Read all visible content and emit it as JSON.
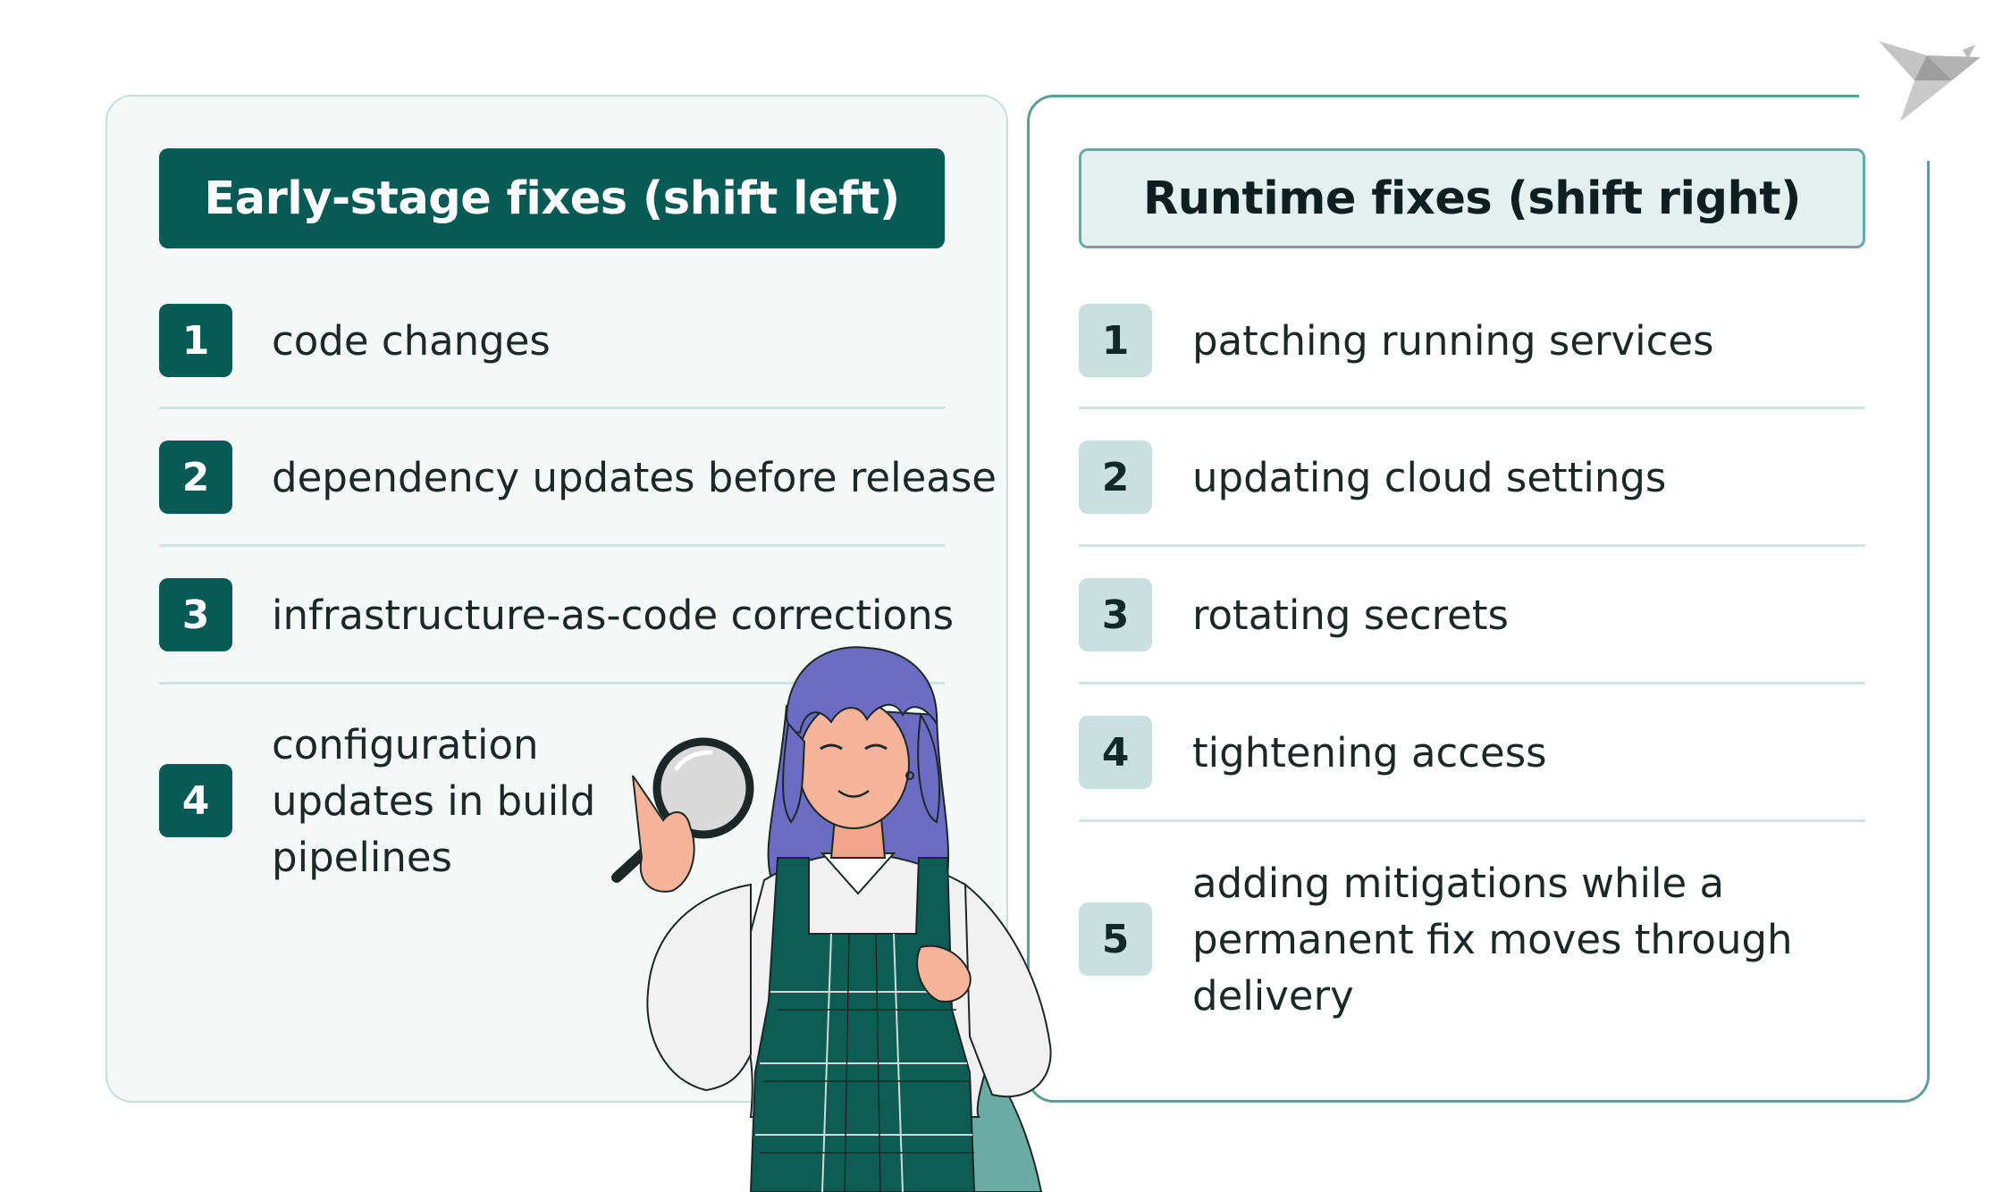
{
  "left": {
    "title": "Early-stage fixes (shift left)",
    "items": [
      {
        "num": "1",
        "text": "code changes"
      },
      {
        "num": "2",
        "text": "dependency updates before release"
      },
      {
        "num": "3",
        "text": "infrastructure-as-code corrections"
      },
      {
        "num": "4",
        "lines": [
          "configuration",
          "updates in build",
          "pipelines"
        ]
      }
    ]
  },
  "right": {
    "title": "Runtime fixes (shift right)",
    "items": [
      {
        "num": "1",
        "text": "patching running services"
      },
      {
        "num": "2",
        "text": "updating cloud settings"
      },
      {
        "num": "3",
        "text": "rotating secrets"
      },
      {
        "num": "4",
        "text": "tightening access"
      },
      {
        "num": "5",
        "lines": [
          "adding mitigations while a",
          "permanent fix moves through",
          "delivery"
        ]
      }
    ]
  },
  "colors": {
    "accent": "#075a55",
    "accent_light": "#c8e0de",
    "panel_left_bg": "#f4f8f7",
    "panel_right_border": "#5d9e97"
  },
  "icons": {
    "logo": "origami-bird-icon",
    "illustration": "woman-with-magnifying-glass-illustration"
  }
}
